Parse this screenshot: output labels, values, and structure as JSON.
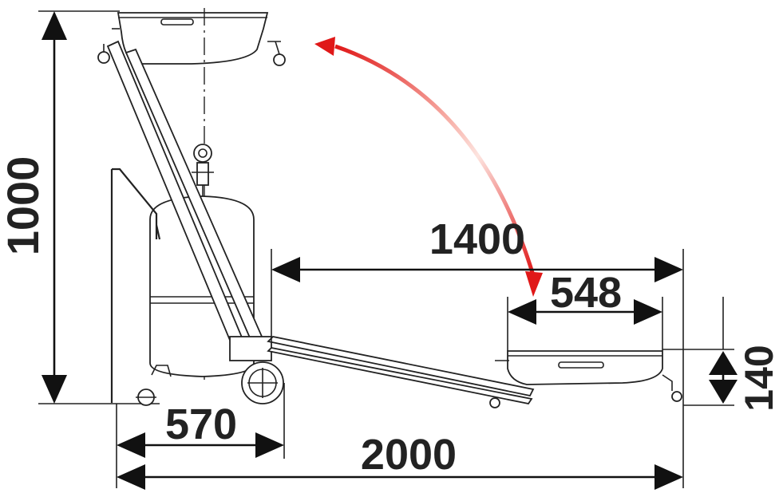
{
  "diagram": {
    "dimensions": {
      "height_total": "1000",
      "reach": "1400",
      "bowl_width": "548",
      "bowl_height": "140",
      "base_depth": "570",
      "overall_length": "2000"
    },
    "colors": {
      "arrow_start": "#e01818",
      "arrow_end": "#ffffff",
      "line": "#222222"
    }
  }
}
